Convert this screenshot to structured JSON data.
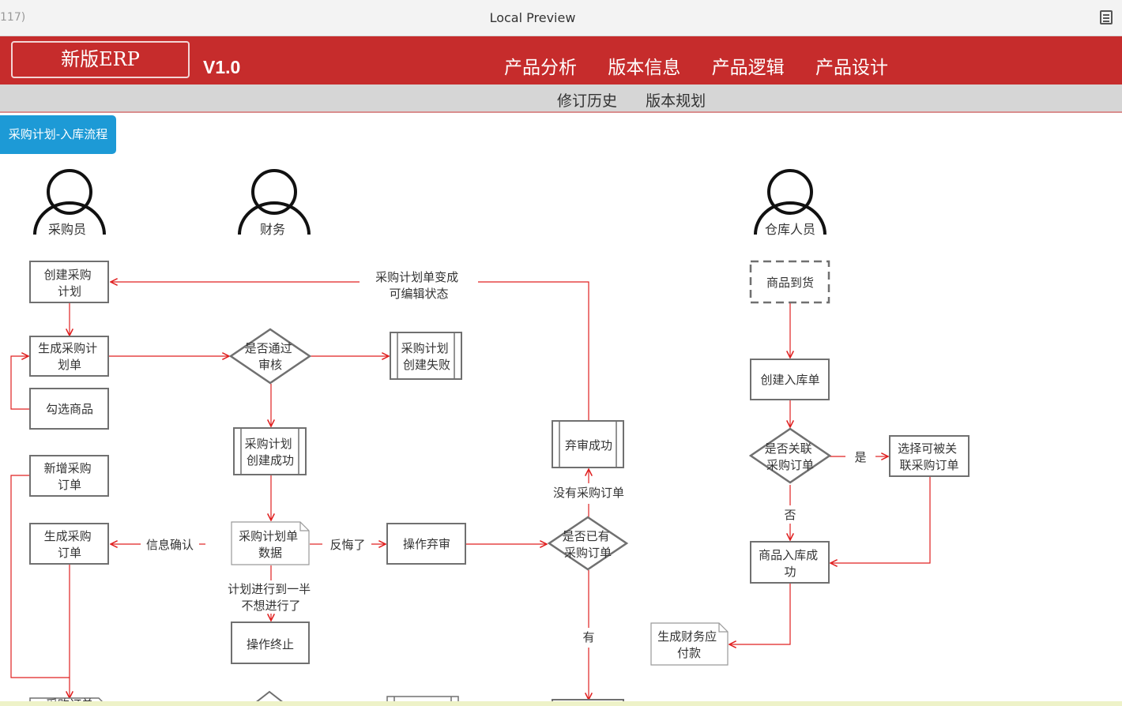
{
  "window": {
    "left_fragment": "117)",
    "title": "Local Preview",
    "menu_icon": "document-list-icon"
  },
  "header": {
    "logo": "新版ERP",
    "version": "V1.0",
    "nav": [
      "产品分析",
      "版本信息",
      "产品逻辑",
      "产品设计"
    ]
  },
  "subnav": [
    "修订历史",
    "版本规划"
  ],
  "page_tab": "采购计划-入库流程",
  "colors": {
    "brand_red": "#c62c2c",
    "tab_blue": "#1d9ad6",
    "arrow_red": "#e02020",
    "box_border": "#707070"
  },
  "diagram": {
    "actors": [
      "采购员",
      "财务",
      "仓库人员"
    ],
    "nodes": {
      "create_plan": "创建采购\n计划",
      "generate_plan": "生成采购计\n划单",
      "select_goods": "勾选商品",
      "add_po": "新增采购\n订单",
      "generate_po": "生成采购\n订单",
      "audit_pass": "是否通过\n审核",
      "plan_failed": "采购计划\n创建失败",
      "plan_success": "采购计划\n创建成功",
      "plan_data": "采购计划单\n数据",
      "abandon_op": "操作弃审",
      "terminate_op": "操作终止",
      "abandon_success": "弃审成功",
      "has_po": "是否已有\n采购订单",
      "goods_arrive": "商品到货",
      "create_inbound": "创建入库单",
      "is_linked": "是否关联\n采购订单",
      "select_linkable": "选择可被关\n联采购订单",
      "inbound_success": "商品入库成\n功",
      "finance_payable": "生成财务应\n付款",
      "partial_bottom": "采购订单"
    },
    "labels": {
      "editable": "采购计划单变成\n可编辑状态",
      "info_confirm": "信息确认",
      "regret": "反悔了",
      "half_stop": "计划进行到一半\n不想进行了",
      "no_po": "没有采购订单",
      "has": "有",
      "yes": "是",
      "no": "否"
    }
  }
}
